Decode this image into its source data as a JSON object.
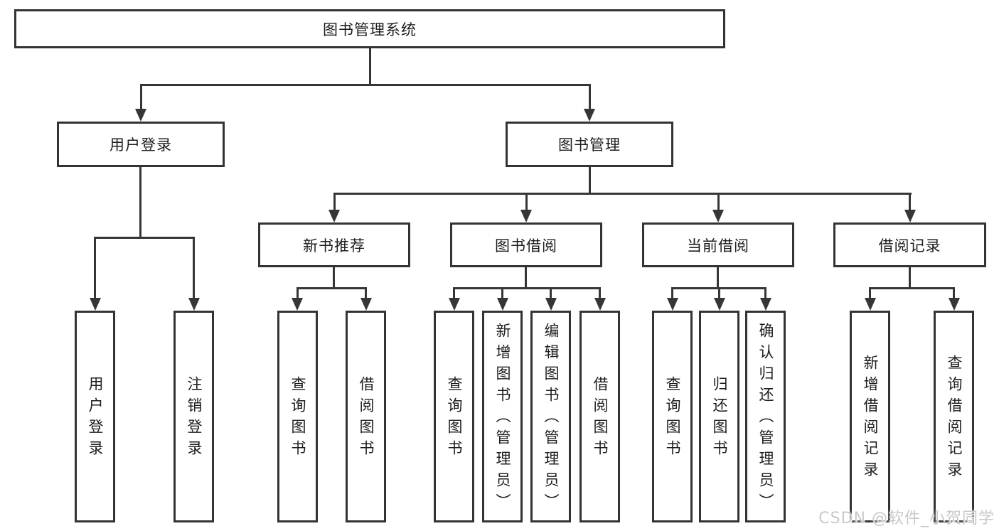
{
  "watermark": "CSDN @软件_小贺同学",
  "colors": {
    "line": "#363636",
    "box-border": "#333333",
    "text": "#1d1d1d",
    "bg": "#ffffff",
    "watermark": "#c9c9c9"
  },
  "tree": {
    "root": "图书管理系统",
    "branches": [
      {
        "label": "用户登录",
        "children": [
          {
            "label": "用户登录"
          },
          {
            "label": "注销登录"
          }
        ]
      },
      {
        "label": "图书管理",
        "children": [
          {
            "label": "新书推荐",
            "children": [
              {
                "label": "查询图书"
              },
              {
                "label": "借阅图书"
              }
            ]
          },
          {
            "label": "图书借阅",
            "children": [
              {
                "label": "查询图书"
              },
              {
                "label": "新增图书（管理员）"
              },
              {
                "label": "编辑图书（管理员）"
              },
              {
                "label": "借阅图书"
              }
            ]
          },
          {
            "label": "当前借阅",
            "children": [
              {
                "label": "查询图书"
              },
              {
                "label": "归还图书"
              },
              {
                "label": "确认归还（管理员）"
              }
            ]
          },
          {
            "label": "借阅记录",
            "children": [
              {
                "label": "新增借阅记录"
              },
              {
                "label": "查询借阅记录"
              }
            ]
          }
        ]
      }
    ]
  }
}
